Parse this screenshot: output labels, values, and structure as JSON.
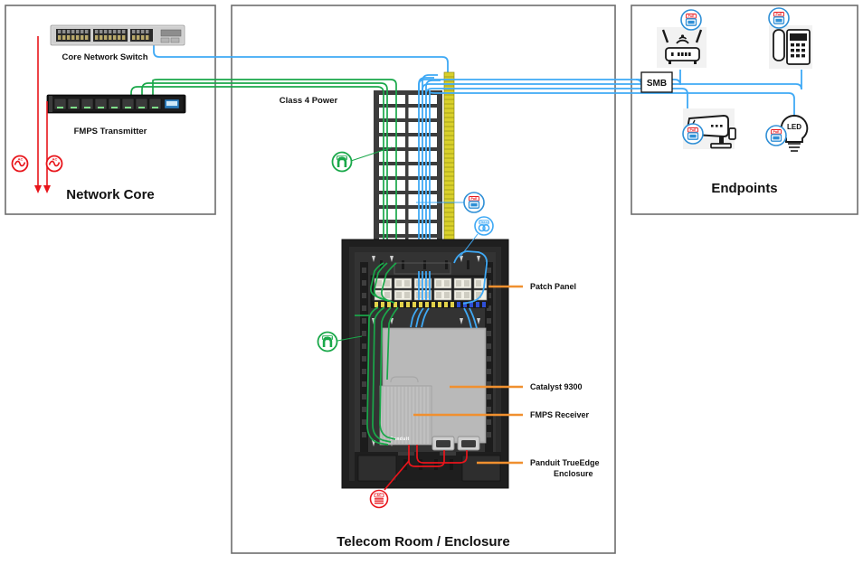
{
  "diagram": {
    "title_left": "Network Core",
    "title_center": "Telecom Room / Enclosure",
    "title_right": "Endpoints"
  },
  "network_core": {
    "devices": [
      {
        "name": "Core Network Switch",
        "label": "Core Network Switch"
      },
      {
        "name": "FMPS Transmitter",
        "label": "FMPS Transmitter"
      }
    ],
    "power_icons": [
      {
        "label": "AC"
      },
      {
        "label": "AC"
      }
    ]
  },
  "telecom_room": {
    "cable_label": "Class 4 Power",
    "callouts": [
      {
        "label": "Patch Panel"
      },
      {
        "label": "Catalyst 9300"
      },
      {
        "label": "FMPS Receiver"
      },
      {
        "label": "Panduit TrueEdge"
      },
      {
        "label": "Enclosure"
      }
    ],
    "equipment_brand": "Panduit",
    "badges": [
      {
        "type": "class4",
        "label": "Class 4"
      },
      {
        "type": "poe",
        "label": "PoE"
      },
      {
        "type": "class4",
        "label": "Class 4"
      },
      {
        "type": "ac",
        "label": "AC"
      }
    ]
  },
  "endpoints": {
    "smb_label": "SMB",
    "devices": [
      {
        "name": "wireless-access-point",
        "badge": "PoE"
      },
      {
        "name": "ip-phone",
        "badge": "PoE"
      },
      {
        "name": "ip-camera",
        "badge": "PoE"
      },
      {
        "name": "led-luminaire",
        "badge": "PoE",
        "label": "LED"
      }
    ]
  },
  "colors": {
    "class4_power": "#1aa84a",
    "data_blue": "#3fa9f5",
    "ac_power": "#e8151b",
    "fiber_yellow": "#d9d02a",
    "callout_orange": "#f0902f",
    "panel_border": "#6d6d6d",
    "enclosure_body": "#262626",
    "device_gray": "#b3b3b3"
  }
}
